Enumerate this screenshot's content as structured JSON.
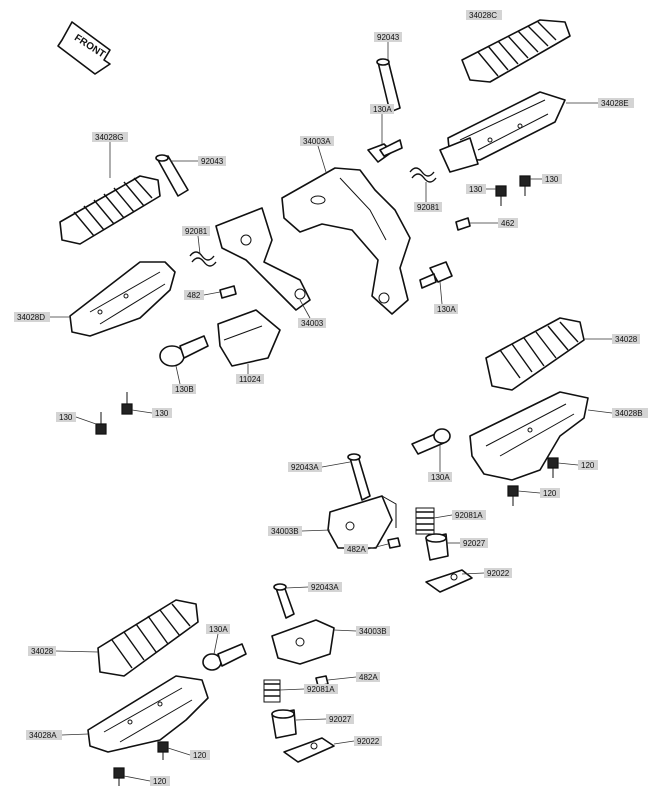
{
  "front_badge": "FRONT",
  "labels": {
    "l_34028C": "34028C",
    "l_92043_top": "92043",
    "l_130A_1": "130A",
    "l_34028E": "34028E",
    "l_34028G": "34028G",
    "l_92043_left": "92043",
    "l_34003A": "34003A",
    "l_130_1": "130",
    "l_130_2": "130",
    "l_92081_r": "92081",
    "l_462_r": "462",
    "l_92081_l": "92081",
    "l_482_l": "482",
    "l_34028D": "34028D",
    "l_34003": "34003",
    "l_130A_2": "130A",
    "l_130B": "130B",
    "l_11024": "11024",
    "l_130_3": "130",
    "l_130_4": "130",
    "l_34028": "34028",
    "l_34028B": "34028B",
    "l_92043A_1": "92043A",
    "l_130A_3": "130A",
    "l_120_1": "120",
    "l_120_2": "120",
    "l_34003B_1": "34003B",
    "l_92081A_1": "92081A",
    "l_482A_1": "482A",
    "l_92027_1": "92027",
    "l_92022_1": "92022",
    "l_92043A_2": "92043A",
    "l_130A_4": "130A",
    "l_34028_2": "34028",
    "l_34003B_2": "34003B",
    "l_482A_2": "482A",
    "l_92081A_2": "92081A",
    "l_34028A": "34028A",
    "l_92027_2": "92027",
    "l_92022_2": "92022",
    "l_120_3": "120",
    "l_120_4": "120"
  }
}
